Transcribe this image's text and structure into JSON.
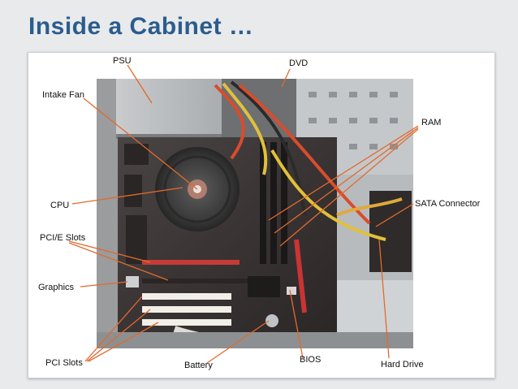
{
  "slide": {
    "title": "Inside a Cabinet …"
  },
  "labels": {
    "psu": "PSU",
    "dvd": "DVD",
    "intake_fan": "Intake Fan",
    "ram": "RAM",
    "cpu": "CPU",
    "sata_connector": "SATA Connector",
    "pcie_slots": "PCI/E Slots",
    "graphics": "Graphics",
    "pci_slots": "PCI Slots",
    "battery": "Battery",
    "bios": "BIOS",
    "hard_drive": "Hard Drive"
  },
  "colors": {
    "title": "#2b5d8d",
    "leader_line": "#e26a2c"
  }
}
